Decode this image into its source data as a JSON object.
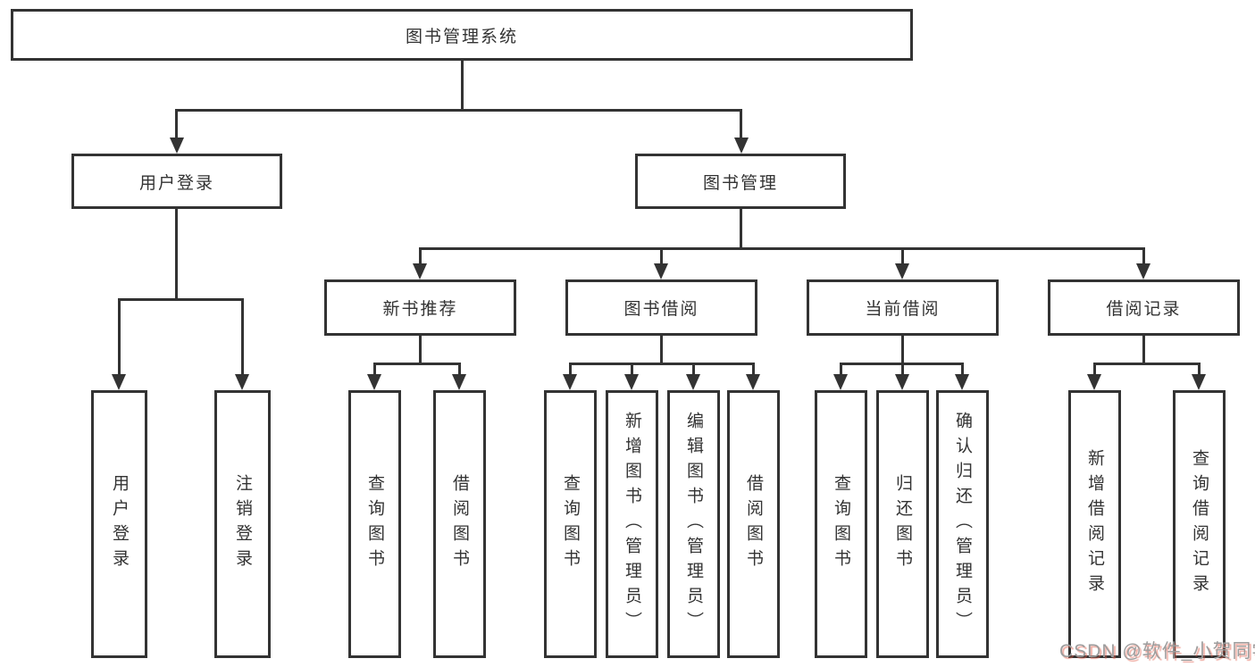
{
  "diagram": {
    "root": {
      "label": "图书管理系统"
    },
    "level2": [
      {
        "label": "用户登录"
      },
      {
        "label": "图书管理"
      }
    ],
    "level3": [
      {
        "label": "新书推荐"
      },
      {
        "label": "图书借阅"
      },
      {
        "label": "当前借阅"
      },
      {
        "label": "借阅记录"
      }
    ],
    "leaves": {
      "login": [
        "用户登录",
        "注销登录"
      ],
      "recommend": [
        "查询图书",
        "借阅图书"
      ],
      "borrow": [
        "查询图书",
        "新增图书（管理员）",
        "编辑图书（管理员）",
        "借阅图书"
      ],
      "current": [
        "查询图书",
        "归还图书",
        "确认归还（管理员）"
      ],
      "records": [
        "新增借阅记录",
        "查询借阅记录"
      ]
    },
    "line_color": "#333333"
  },
  "watermark": {
    "text": "CSDN @软件_小贺同学",
    "color": "#9d9d9d",
    "accent_color": "#e2604f"
  }
}
